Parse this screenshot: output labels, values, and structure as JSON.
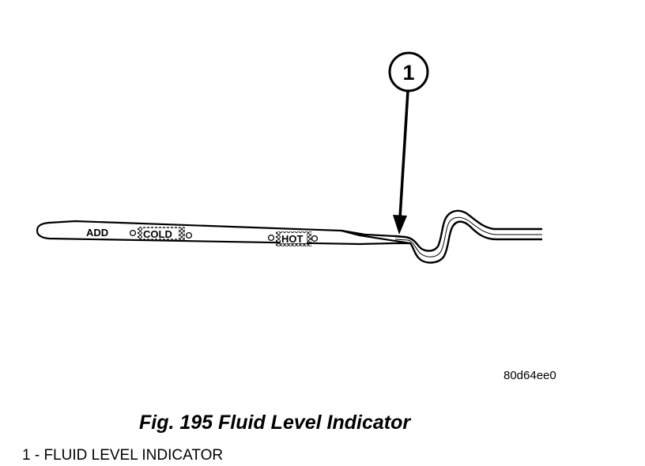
{
  "diagram": {
    "callout_number": "1",
    "markings": {
      "add": "ADD",
      "cold": "COLD",
      "hot": "HOT"
    },
    "image_id": "80d64ee0"
  },
  "caption": {
    "title": "Fig. 195 Fluid Level Indicator",
    "legend_item": "1 - FLUID LEVEL INDICATOR"
  }
}
